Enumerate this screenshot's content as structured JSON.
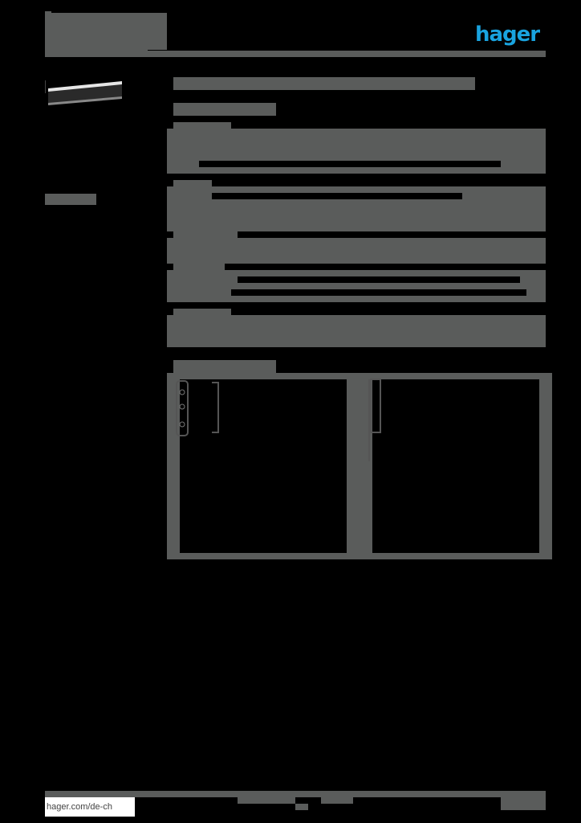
{
  "header": {
    "brand_logo": "hager",
    "brand_color": "#19a3df",
    "redaction_color": "#5a5c5b"
  },
  "product": {
    "image": "cover-strip-profile-photo",
    "title": "[redacted]",
    "subtitle": "[redacted]"
  },
  "sections": [
    {
      "heading": "[redacted]",
      "rows": 2
    },
    {
      "heading": "[redacted]",
      "rows": 4
    },
    {
      "heading": "[redacted]",
      "rows": 3
    },
    {
      "heading": "[redacted]",
      "rows": 2
    }
  ],
  "sidebar": {
    "label": "[redacted]"
  },
  "drawings": {
    "heading": "[redacted]",
    "panels": [
      "profile-front-view",
      "profile-side-view"
    ]
  },
  "footer": {
    "website": "hager.com/de-ch"
  }
}
